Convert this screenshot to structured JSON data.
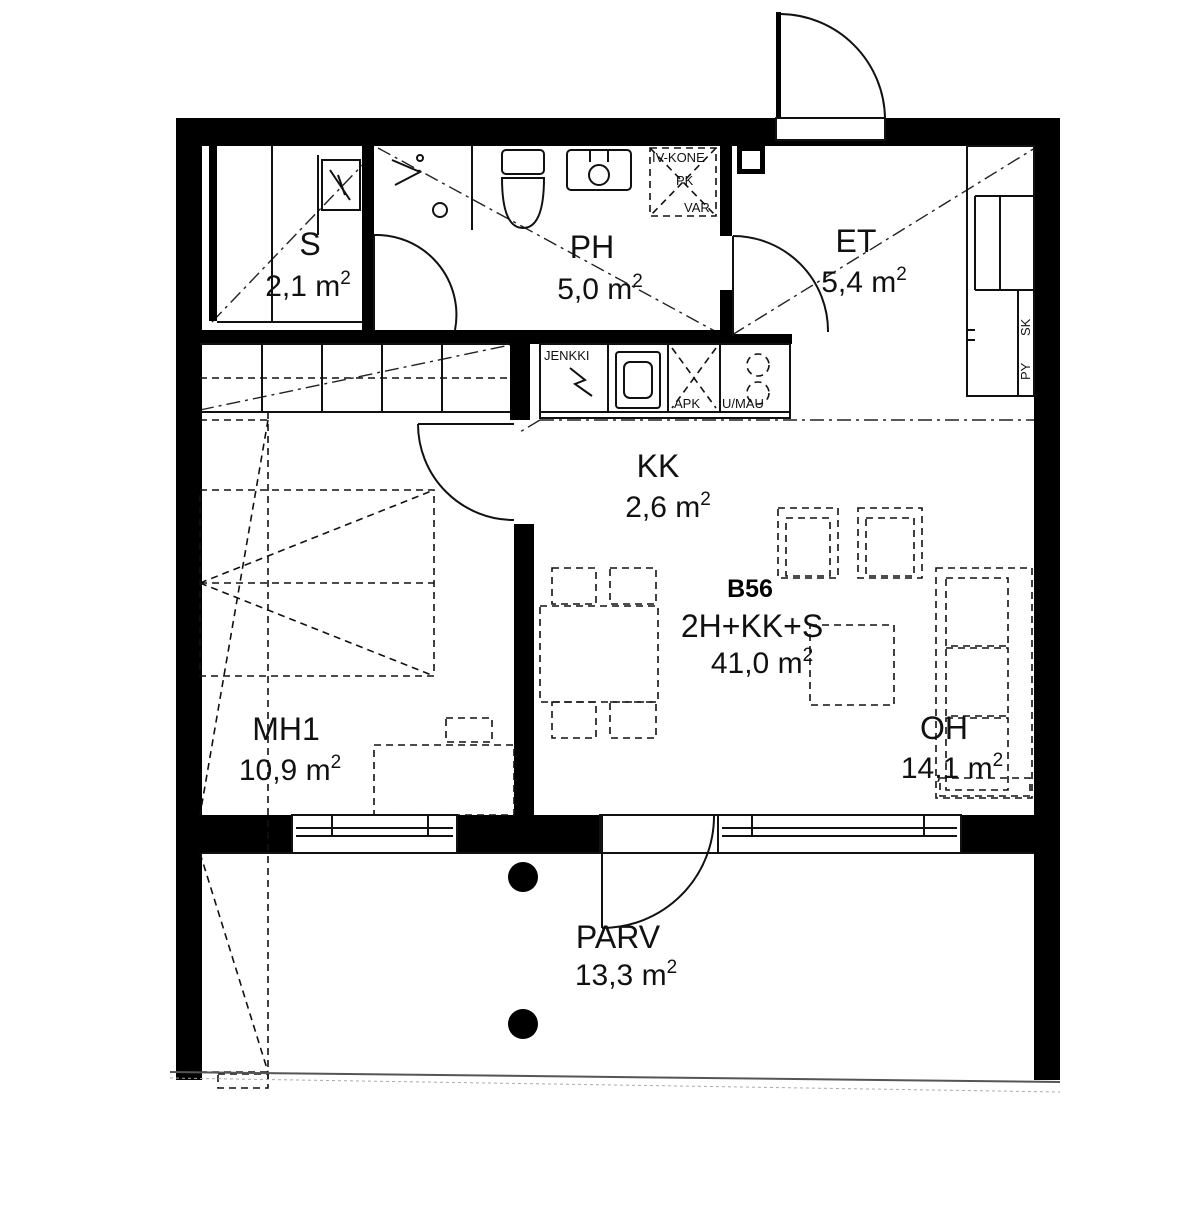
{
  "unit": {
    "code": "B56",
    "type": "2H+KK+S",
    "area": "41,0 m",
    "area_sup": "2"
  },
  "rooms": {
    "s": {
      "name": "S",
      "area": "2,1 m",
      "sup": "2"
    },
    "ph": {
      "name": "PH",
      "area": "5,0 m",
      "sup": "2"
    },
    "et": {
      "name": "ET",
      "area": "5,4 m",
      "sup": "2"
    },
    "kk": {
      "name": "KK",
      "area": "2,6 m",
      "sup": "2"
    },
    "mh1": {
      "name": "MH1",
      "area": "10,9 m",
      "sup": "2"
    },
    "oh": {
      "name": "OH",
      "area": "14,1 m",
      "sup": "2"
    },
    "parv": {
      "name": "PARV",
      "area": "13,3 m",
      "sup": "2"
    }
  },
  "fixtures": {
    "iv_kone": "IV-KONE",
    "pk": "PK",
    "var": "VAR",
    "jenkki": "JENKKI",
    "apk": "APK",
    "u_mau": "U/MAU",
    "sk": "SK",
    "py": "PY"
  }
}
